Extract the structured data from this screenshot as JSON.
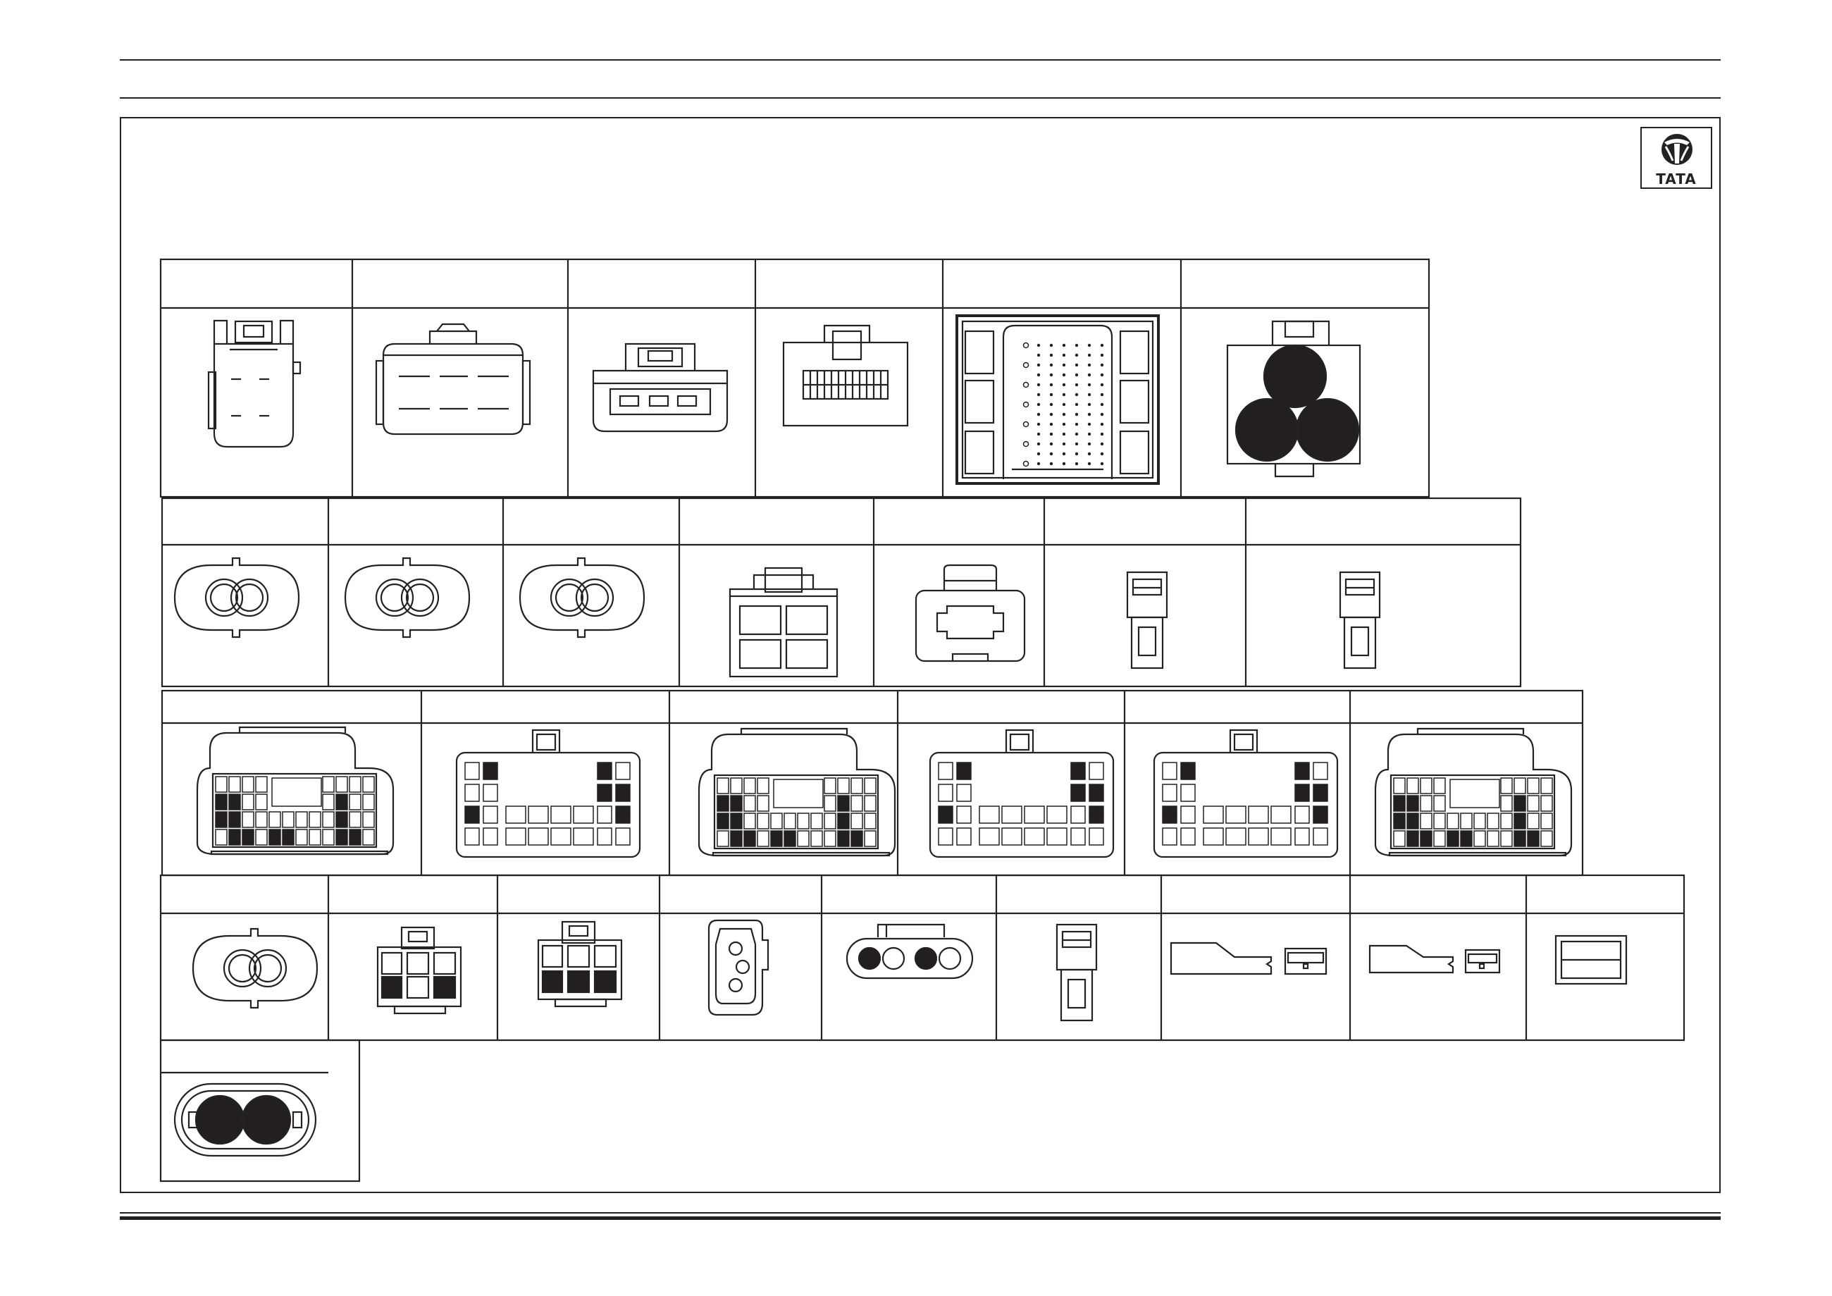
{
  "brand": {
    "logo_text": "TATA",
    "logo_mark": "tata-emblem-icon"
  },
  "colors": {
    "line": "#222222",
    "fill_dark": "#231f20",
    "background": "#ffffff"
  },
  "connector_table": {
    "rows": [
      {
        "name": "row-1",
        "connectors": [
          {
            "icon": "two-row-4-pin-connector-icon",
            "pins": 4
          },
          {
            "icon": "six-pin-blade-connector-icon",
            "pins": 6
          },
          {
            "icon": "three-pin-latch-connector-icon",
            "pins": 3
          },
          {
            "icon": "twenty-four-pin-connector-icon",
            "pins": 24
          },
          {
            "icon": "ecu-multi-pin-connector-icon",
            "pins": 64
          },
          {
            "icon": "three-pin-power-connector-icon",
            "pins": 3
          }
        ]
      },
      {
        "name": "row-2",
        "connectors": [
          {
            "icon": "two-pin-round-connector-icon",
            "pins": 2
          },
          {
            "icon": "two-pin-round-connector-icon",
            "pins": 2
          },
          {
            "icon": "two-pin-round-connector-icon",
            "pins": 2
          },
          {
            "icon": "four-pin-square-connector-icon",
            "pins": 4
          },
          {
            "icon": "two-pin-latched-connector-icon",
            "pins": 2
          },
          {
            "icon": "single-pin-terminal-icon",
            "pins": 1
          },
          {
            "icon": "single-pin-terminal-icon",
            "pins": 1
          }
        ]
      },
      {
        "name": "row-3",
        "connectors": [
          {
            "icon": "multi-pin-cabin-connector-icon",
            "pins": 40
          },
          {
            "icon": "multi-pin-body-connector-icon",
            "pins": 24
          },
          {
            "icon": "multi-pin-cabin-connector-icon",
            "pins": 40
          },
          {
            "icon": "multi-pin-body-connector-icon",
            "pins": 24
          },
          {
            "icon": "multi-pin-body-connector-icon",
            "pins": 24
          },
          {
            "icon": "multi-pin-cabin-connector-icon",
            "pins": 40
          }
        ]
      },
      {
        "name": "row-4",
        "connectors": [
          {
            "icon": "two-pin-round-connector-icon",
            "pins": 2
          },
          {
            "icon": "six-pin-latch-connector-icon",
            "pins": 6
          },
          {
            "icon": "six-pin-latch-connector-icon",
            "pins": 6
          },
          {
            "icon": "three-pin-sensor-connector-icon",
            "pins": 3
          },
          {
            "icon": "four-pin-inline-connector-icon",
            "pins": 4
          },
          {
            "icon": "single-pin-terminal-icon",
            "pins": 1
          },
          {
            "icon": "ring-terminal-icon",
            "pins": 1
          },
          {
            "icon": "ring-terminal-icon",
            "pins": 1
          },
          {
            "icon": "blank-cap-icon",
            "pins": 0
          }
        ]
      },
      {
        "name": "row-5",
        "connectors": [
          {
            "icon": "two-pin-oval-power-connector-icon",
            "pins": 2
          }
        ]
      }
    ]
  }
}
